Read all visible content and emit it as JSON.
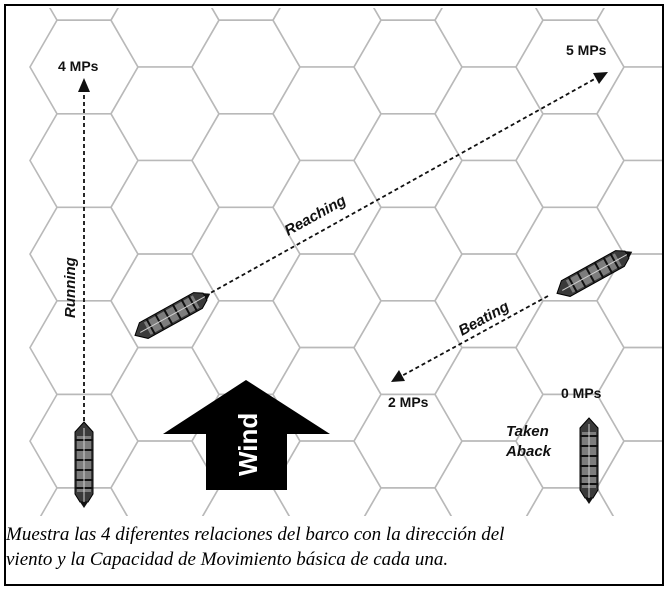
{
  "labels": {
    "running_mp": "4 MPs",
    "reaching_mp": "5 MPs",
    "beating_mp": "2 MPs",
    "aback_mp": "0 MPs",
    "running": "Running",
    "reaching": "Reaching",
    "beating": "Beating",
    "taken": "Taken",
    "aback": "Aback",
    "wind": "Wind"
  },
  "caption": {
    "line1": "Muestra las 4 diferentes relaciones del barco con la dirección del",
    "line2": "viento y la Capacidad de Movimiento básica de cada una."
  }
}
